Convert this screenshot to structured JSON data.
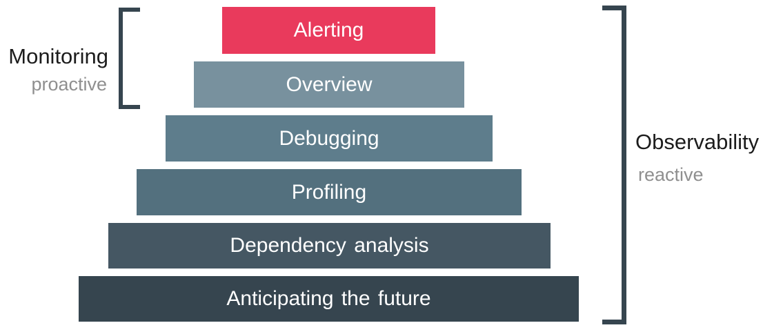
{
  "diagram": {
    "layers": [
      {
        "label": "Alerting",
        "color": "#e93a5c"
      },
      {
        "label": "Overview",
        "color": "#78919e"
      },
      {
        "label": "Debugging",
        "color": "#5e7d8c"
      },
      {
        "label": "Profiling",
        "color": "#53707e"
      },
      {
        "label": "Dependency analysis",
        "color": "#455763"
      },
      {
        "label": "Anticipating the future",
        "color": "#36454f"
      }
    ],
    "annotations": {
      "left": {
        "title": "Monitoring",
        "subtitle": "proactive",
        "covers_layers": "Alerting, Overview"
      },
      "right": {
        "title": "Observability",
        "subtitle": "reactive",
        "covers_layers": "all layers"
      }
    },
    "colors": {
      "bracket": "#36454f",
      "title_text": "#1c1c1c",
      "subtitle_text": "#8f8f8f",
      "layer_text": "#ffffff",
      "background": "#ffffff"
    }
  }
}
